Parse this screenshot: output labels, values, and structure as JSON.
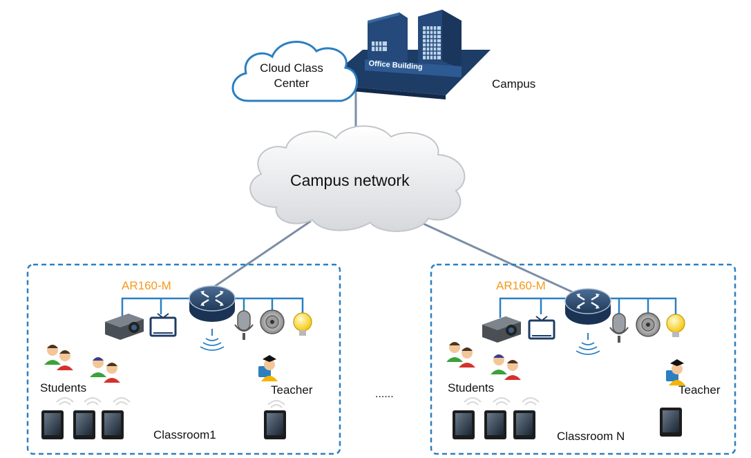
{
  "campus": {
    "cloud_class_center_line1": "Cloud Class",
    "cloud_class_center_line2": "Center",
    "office_building": "Office Building",
    "campus_label": "Campus"
  },
  "network": {
    "label": "Campus network"
  },
  "classrooms": [
    {
      "router": "AR160-M",
      "students": "Students",
      "teacher": "Teacher",
      "name": "Classroom1"
    },
    {
      "router": "AR160-M",
      "students": "Students",
      "teacher": "Teacher",
      "name": "Classroom N"
    }
  ],
  "ellipsis": "......",
  "colors": {
    "router_label": "#f39a1e",
    "building": "#1d3c66",
    "link": "#7b8ea5",
    "classroom_border": "#2b7fc1"
  }
}
